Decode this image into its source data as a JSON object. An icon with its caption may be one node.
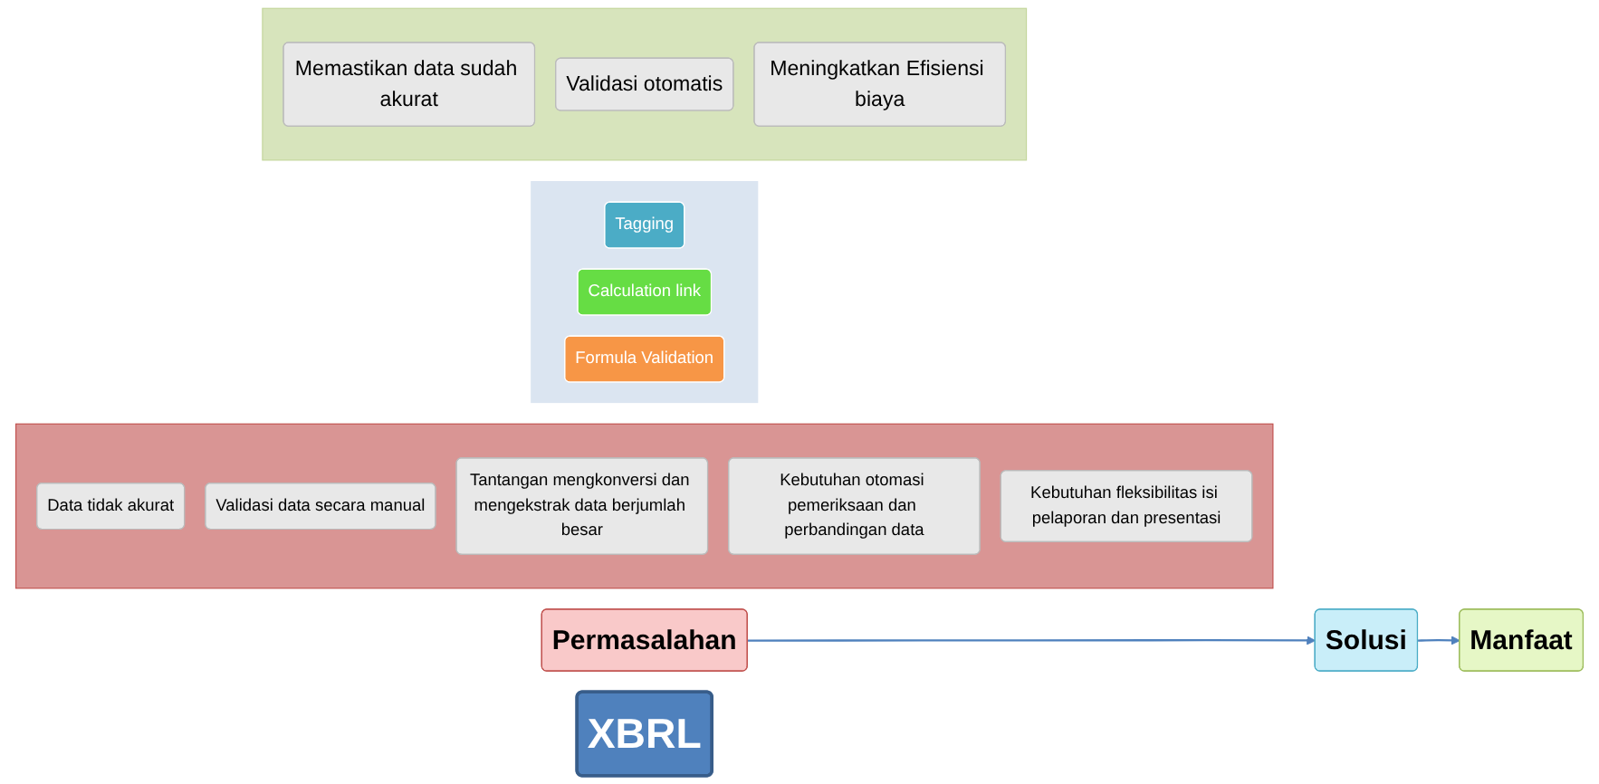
{
  "diagram": {
    "nodes": [
      {
        "text": [
          "Permasalahan"
        ]
      },
      {
        "text": [
          "Solusi"
        ]
      },
      {
        "text": [
          "Manfaat"
        ]
      },
      {
        "text": [],
        "shape": "box"
      },
      {
        "text": [
          "Data tidak akurat"
        ],
        "in": 3
      },
      {
        "text": [
          "Validasi data secara manual"
        ],
        "in": 3
      },
      {
        "text": [
          "Tantangan mengkonversi dan mengekstrak data berjumlah besar"
        ],
        "in": 3
      },
      {
        "text": [
          "Kebutuhan otomasi pemeriksaan dan perbandingan data"
        ],
        "in": 3
      },
      {
        "text": [
          "Kebutuhan fleksibilitas isi pelaporan dan presentasi"
        ],
        "in": 3
      },
      {
        "text": [
          "XBRL"
        ]
      },
      {
        "text": [],
        "shape": "arrow"
      },
      {
        "text": [
          "Tagging"
        ],
        "in": 10
      },
      {
        "text": [
          "Calculation link"
        ],
        "in": 10
      },
      {
        "text": [
          "Formula Validation"
        ],
        "in": 10
      },
      {
        "text": [],
        "shape": "box"
      },
      {
        "text": [
          "Memastikan data sudah akurat"
        ],
        "in": 14
      },
      {
        "text": [
          "Validasi otomatis"
        ],
        "in": 14
      },
      {
        "text": [
          "Meningkatkan Efisiensi biaya"
        ],
        "in": 14
      }
    ],
    "edges": [
      {
        "from": 0,
        "to": 1,
        "arrow": "to"
      },
      {
        "from": 1,
        "to": 2,
        "arrow": "to"
      }
    ]
  }
}
